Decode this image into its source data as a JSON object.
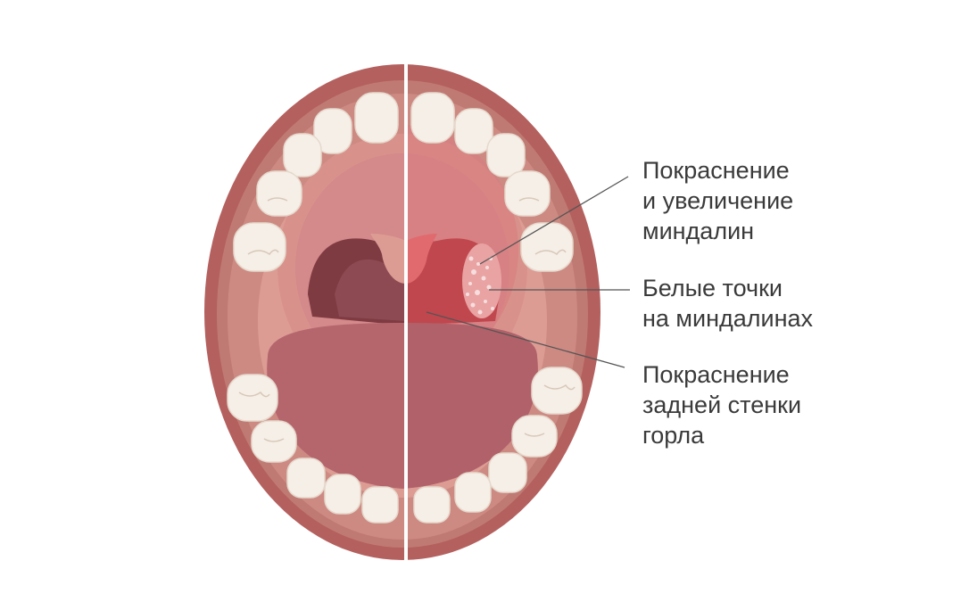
{
  "labels": {
    "tonsils_enlarged": "Покраснение\nи увеличение\nминдалин",
    "white_spots": "Белые точки\nна миндалинах",
    "throat_redness": "Покраснение\nзадней стенки\nгорла"
  },
  "colors": {
    "lips": "#b4605e",
    "gums": "#c8837c",
    "inner": "#d9958d",
    "palate": "#d99690",
    "teeth": "#f6efe7",
    "tongue": "#b2636a",
    "throat_dark": "#6f2f35",
    "inflamed": "#c9575b",
    "white_spot": "#f3d6d5",
    "leader_line": "#555555"
  }
}
